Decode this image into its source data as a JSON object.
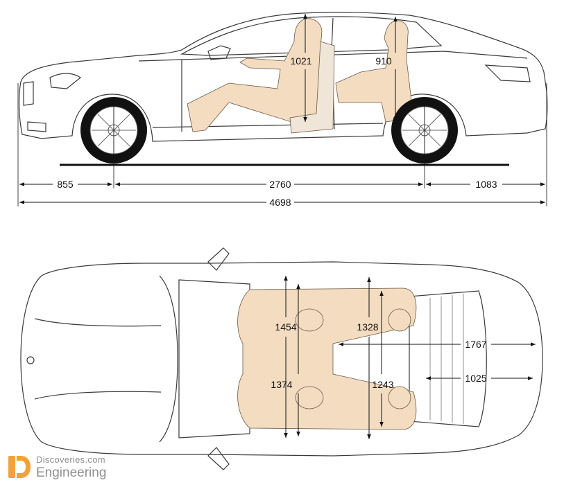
{
  "side_view": {
    "dims": {
      "front_overhang": "855",
      "wheelbase": "2760",
      "rear_overhang": "1083",
      "overall_length": "4698",
      "front_headroom": "1021",
      "rear_headroom": "910"
    }
  },
  "top_view": {
    "dims": {
      "front_shoulder_width": "1454",
      "rear_shoulder_width": "1328",
      "front_hip_width": "1374",
      "rear_hip_width": "1243",
      "trunk_width": "1767",
      "trunk_width_between_wheelhouses": "1025"
    }
  },
  "watermark": {
    "line1": "Discoveries.com",
    "line2": "Engineering"
  },
  "colors": {
    "line": "#3a3a3a",
    "occupant_fill": "#f3dcc0",
    "dim_line": "#111111",
    "watermark": "#8f8f8f"
  }
}
